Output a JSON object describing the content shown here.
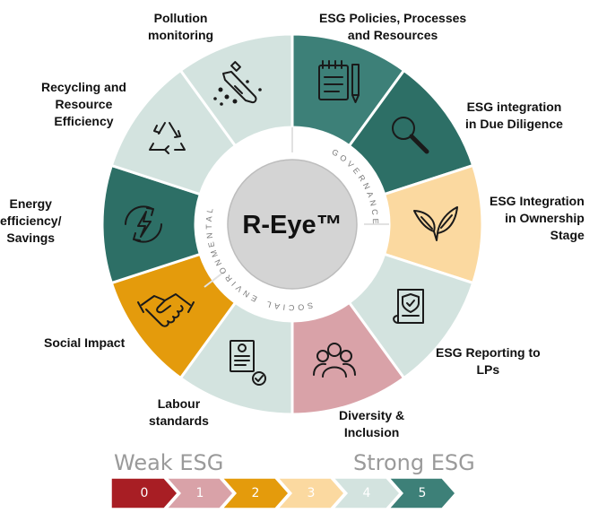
{
  "center": {
    "title": "R-Eye™"
  },
  "pillars": {
    "environmental": "ENVIRONMENTAL",
    "governance": "GOVERNANCE",
    "social": "SOCIAL"
  },
  "segments": [
    {
      "key": "esg-policies",
      "label": [
        "ESG Policies, Processes",
        "and Resources"
      ],
      "color": "#3d8078",
      "icon": "notepad-pen-icon"
    },
    {
      "key": "due-diligence",
      "label": [
        "ESG integration",
        "in Due Diligence"
      ],
      "color": "#2d6f66",
      "icon": "magnifier-icon"
    },
    {
      "key": "ownership",
      "label": [
        "ESG Integration",
        "in Ownership",
        "Stage"
      ],
      "color": "#fbd9a0",
      "icon": "leaves-icon"
    },
    {
      "key": "reporting",
      "label": [
        "ESG Reporting to",
        "LPs"
      ],
      "color": "#d3e3df",
      "icon": "certificate-scroll-icon"
    },
    {
      "key": "diversity",
      "label": [
        "Diversity &",
        "Inclusion"
      ],
      "color": "#d9a2a8",
      "icon": "people-group-icon"
    },
    {
      "key": "labour",
      "label": [
        "Labour",
        "standards"
      ],
      "color": "#d3e3df",
      "icon": "certificate-document-icon"
    },
    {
      "key": "social-impact",
      "label": [
        "Social Impact"
      ],
      "color": "#e49b0c",
      "icon": "handshake-icon"
    },
    {
      "key": "energy",
      "label": [
        "Energy",
        "efficiency/",
        "Savings"
      ],
      "color": "#2d6f66",
      "icon": "lightning-cycle-icon"
    },
    {
      "key": "recycling",
      "label": [
        "Recycling and",
        "Resource",
        "Efficiency"
      ],
      "color": "#d3e3df",
      "icon": "recycle-icon"
    },
    {
      "key": "pollution",
      "label": [
        "Pollution",
        "monitoring"
      ],
      "color": "#d3e3df",
      "icon": "bottle-pollution-icon"
    }
  ],
  "scale": {
    "weak_label": "Weak ESG",
    "strong_label": "Strong ESG",
    "steps": [
      {
        "value": "0",
        "color": "#a81e24"
      },
      {
        "value": "1",
        "color": "#d9a2a8"
      },
      {
        "value": "2",
        "color": "#e49b0c"
      },
      {
        "value": "3",
        "color": "#fbd9a0"
      },
      {
        "value": "4",
        "color": "#d3e3df"
      },
      {
        "value": "5",
        "color": "#3d8078"
      }
    ]
  }
}
